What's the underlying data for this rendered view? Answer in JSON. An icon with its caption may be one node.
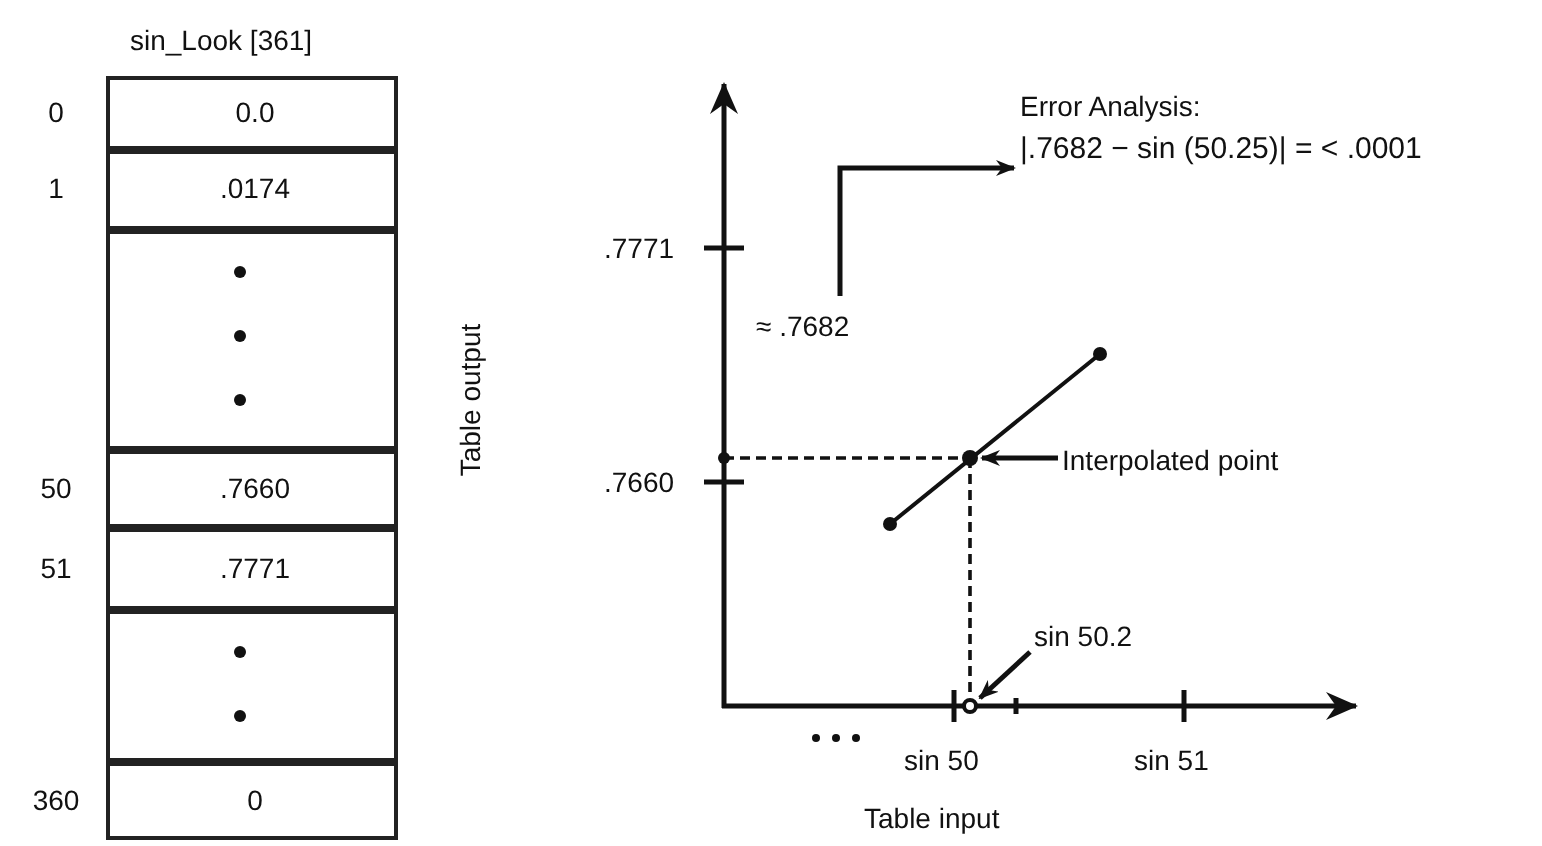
{
  "diagram": {
    "nodes": [
      {
        "text": [
          "≈ .7682"
        ]
      },
      {
        "text": [
          "Error Analysis:",
          "|.7682 − sin (50.25)| = < .0001"
        ]
      },
      {
        "text": [
          "Interpolated point"
        ]
      },
      {
        "text": [],
        "shape": "circle"
      },
      {
        "text": [
          "sin 50.2"
        ]
      },
      {
        "text": [],
        "shape": "circle"
      }
    ],
    "edges": [
      {
        "from": 0,
        "to": 1,
        "arrow": "to"
      },
      {
        "from": 2,
        "to": 3,
        "arrow": "to"
      },
      {
        "from": 4,
        "to": 5,
        "arrow": "to"
      }
    ],
    "labels": [
      "sin_Look [361]",
      "0",
      "0.0",
      "1",
      ".0174",
      "50",
      ".7660",
      "51",
      ".7771",
      "360",
      "0",
      "Table output",
      ".7771",
      ".7660",
      "sin 50",
      "sin 51",
      "Table input"
    ]
  }
}
